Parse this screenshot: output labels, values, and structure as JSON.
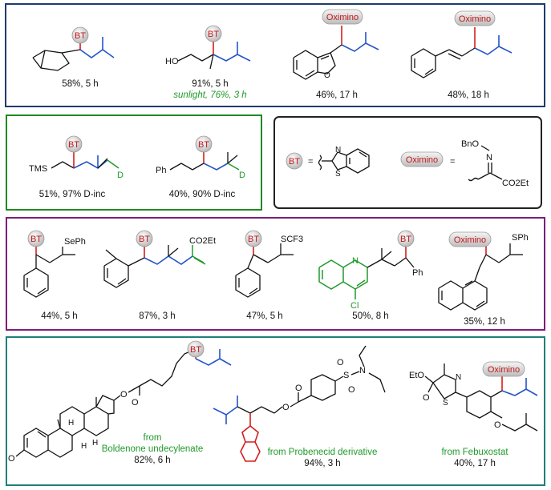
{
  "labels": {
    "bt": "BT",
    "oximino": "Oximino"
  },
  "panel1": {
    "c1": "58%, 5 h",
    "c2": "91%, 5 h",
    "c2b": "sunlight, 76%, 3 h",
    "c3": "46%, 17 h",
    "c4": "48%, 18 h",
    "ho": "HO"
  },
  "panel2": {
    "c1": "51%, 97% D-inc",
    "c2": "40%, 90% D-inc",
    "tms": "TMS",
    "ph": "Ph",
    "d": "D"
  },
  "legend": {
    "eq": "=",
    "n": "N",
    "s": "S",
    "bno": "BnO",
    "co2et": "CO2Et"
  },
  "panel3": {
    "c1": "44%, 5 h",
    "c2": "87%, 3 h",
    "c3": "47%, 5 h",
    "c4": "50%, 8 h",
    "c5": "35%, 12 h",
    "seph": "SePh",
    "co2et": "CO2Et",
    "scf3": "SCF3",
    "n": "N",
    "cl": "Cl",
    "ph": "Ph",
    "sph": "SPh"
  },
  "panel4": {
    "c1a": "from",
    "c1b": "Boldenone undecylenate",
    "c1c": "82%, 6 h",
    "c2a": "from Probenecid derivative",
    "c2b": "94%, 3 h",
    "c3a": "from Febuxostat",
    "c3b": "40%, 17 h",
    "o": "O",
    "h": "H",
    "n": "N",
    "s": "S",
    "eto": "EtO"
  },
  "colors": {
    "navy": "#1f3b6e",
    "green": "#1f8a22",
    "purple": "#7b1e7a",
    "teal": "#1f7f7a",
    "red": "#d0201a",
    "blue": "#2454c9",
    "sunlight": "#1f9a2a"
  }
}
